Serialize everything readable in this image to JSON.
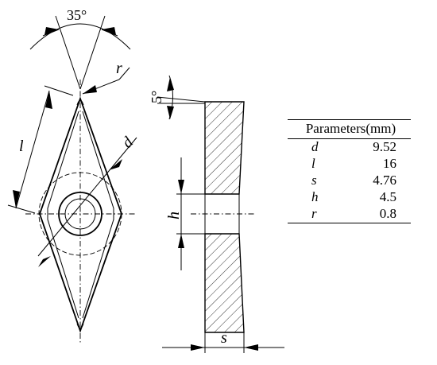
{
  "drawing": {
    "angle_top": "35°",
    "angle_side": "5°",
    "dim_r": "r",
    "dim_l": "l",
    "dim_d": "d",
    "dim_h": "h",
    "dim_s": "s"
  },
  "table": {
    "header": "Parameters(mm)",
    "rows": [
      {
        "symbol": "d",
        "value": "9.52"
      },
      {
        "symbol": "l",
        "value": "16"
      },
      {
        "symbol": "s",
        "value": "4.76"
      },
      {
        "symbol": "h",
        "value": "4.5"
      },
      {
        "symbol": "r",
        "value": "0.8"
      }
    ]
  }
}
